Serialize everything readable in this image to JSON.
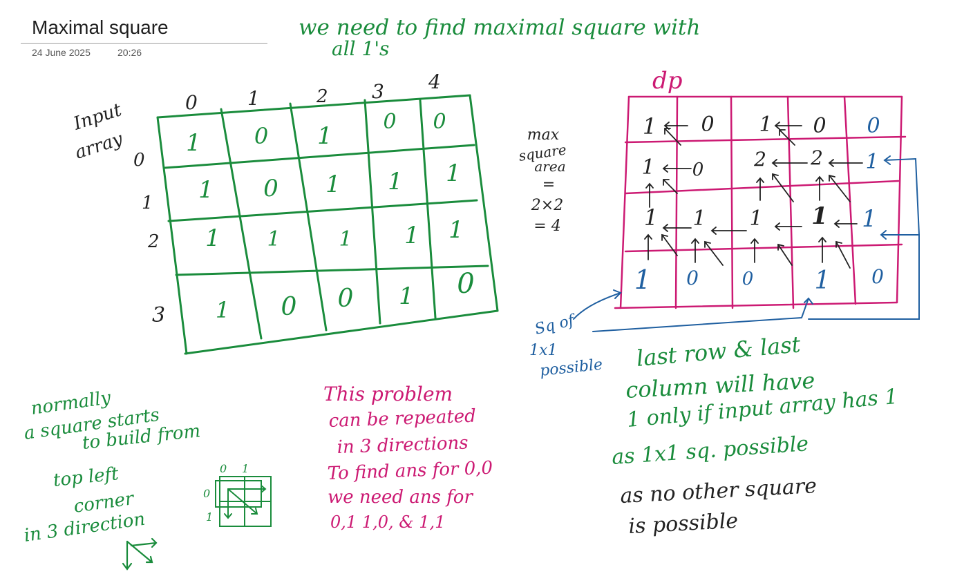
{
  "page": {
    "title": "Maximal square",
    "date": "24 June 2025",
    "time": "20:26"
  },
  "ink": {
    "colors": {
      "green": "#1a8c3c",
      "magenta": "#cc1a73",
      "blue": "#1f5fa0",
      "black": "#222222"
    },
    "top_note": [
      "we need to find maximal square with",
      "all 1's"
    ],
    "input_label": [
      "Input",
      "array"
    ],
    "input_grid": {
      "col_headers": [
        "0",
        "1",
        "2",
        "3",
        "4"
      ],
      "row_headers": [
        "0",
        "1",
        "2",
        "3"
      ],
      "rows": [
        [
          "1",
          "0",
          "1",
          "0",
          "0"
        ],
        [
          "1",
          "0",
          "1",
          "1",
          "1"
        ],
        [
          "1",
          "1",
          "1",
          "1",
          "1"
        ],
        [
          "1",
          "0",
          "0",
          "1",
          "0"
        ]
      ]
    },
    "max_note": [
      "max",
      "square",
      "area",
      "=",
      "2×2",
      "= 4"
    ],
    "dp_label": "dp",
    "dp_grid": {
      "rows": [
        [
          "1",
          "0",
          "1",
          "0",
          "0"
        ],
        [
          "1",
          "0",
          "2",
          "2",
          "1"
        ],
        [
          "1",
          "1",
          "1",
          "1",
          "1"
        ],
        [
          "1",
          "0",
          "0",
          "1",
          "0"
        ]
      ]
    },
    "sq_note": [
      "Sq of",
      "1x1",
      "possible"
    ],
    "last_note": [
      "last row & last",
      "column will have",
      "1 only if input array has 1",
      "as   1x1 sq. possible"
    ],
    "other_note": [
      "as no other square",
      "is possible"
    ],
    "normal_note": [
      "normally",
      "a square starts",
      "to build from",
      "top left",
      "corner",
      "in 3 direction"
    ],
    "mini_grid_labels": [
      "0",
      "1",
      "0",
      "1"
    ],
    "problem_note": [
      "This problem",
      "can be repeated",
      "in 3 directions",
      "To find ans for 0,0",
      "we need ans for",
      "0,1  1,0, & 1,1"
    ]
  }
}
